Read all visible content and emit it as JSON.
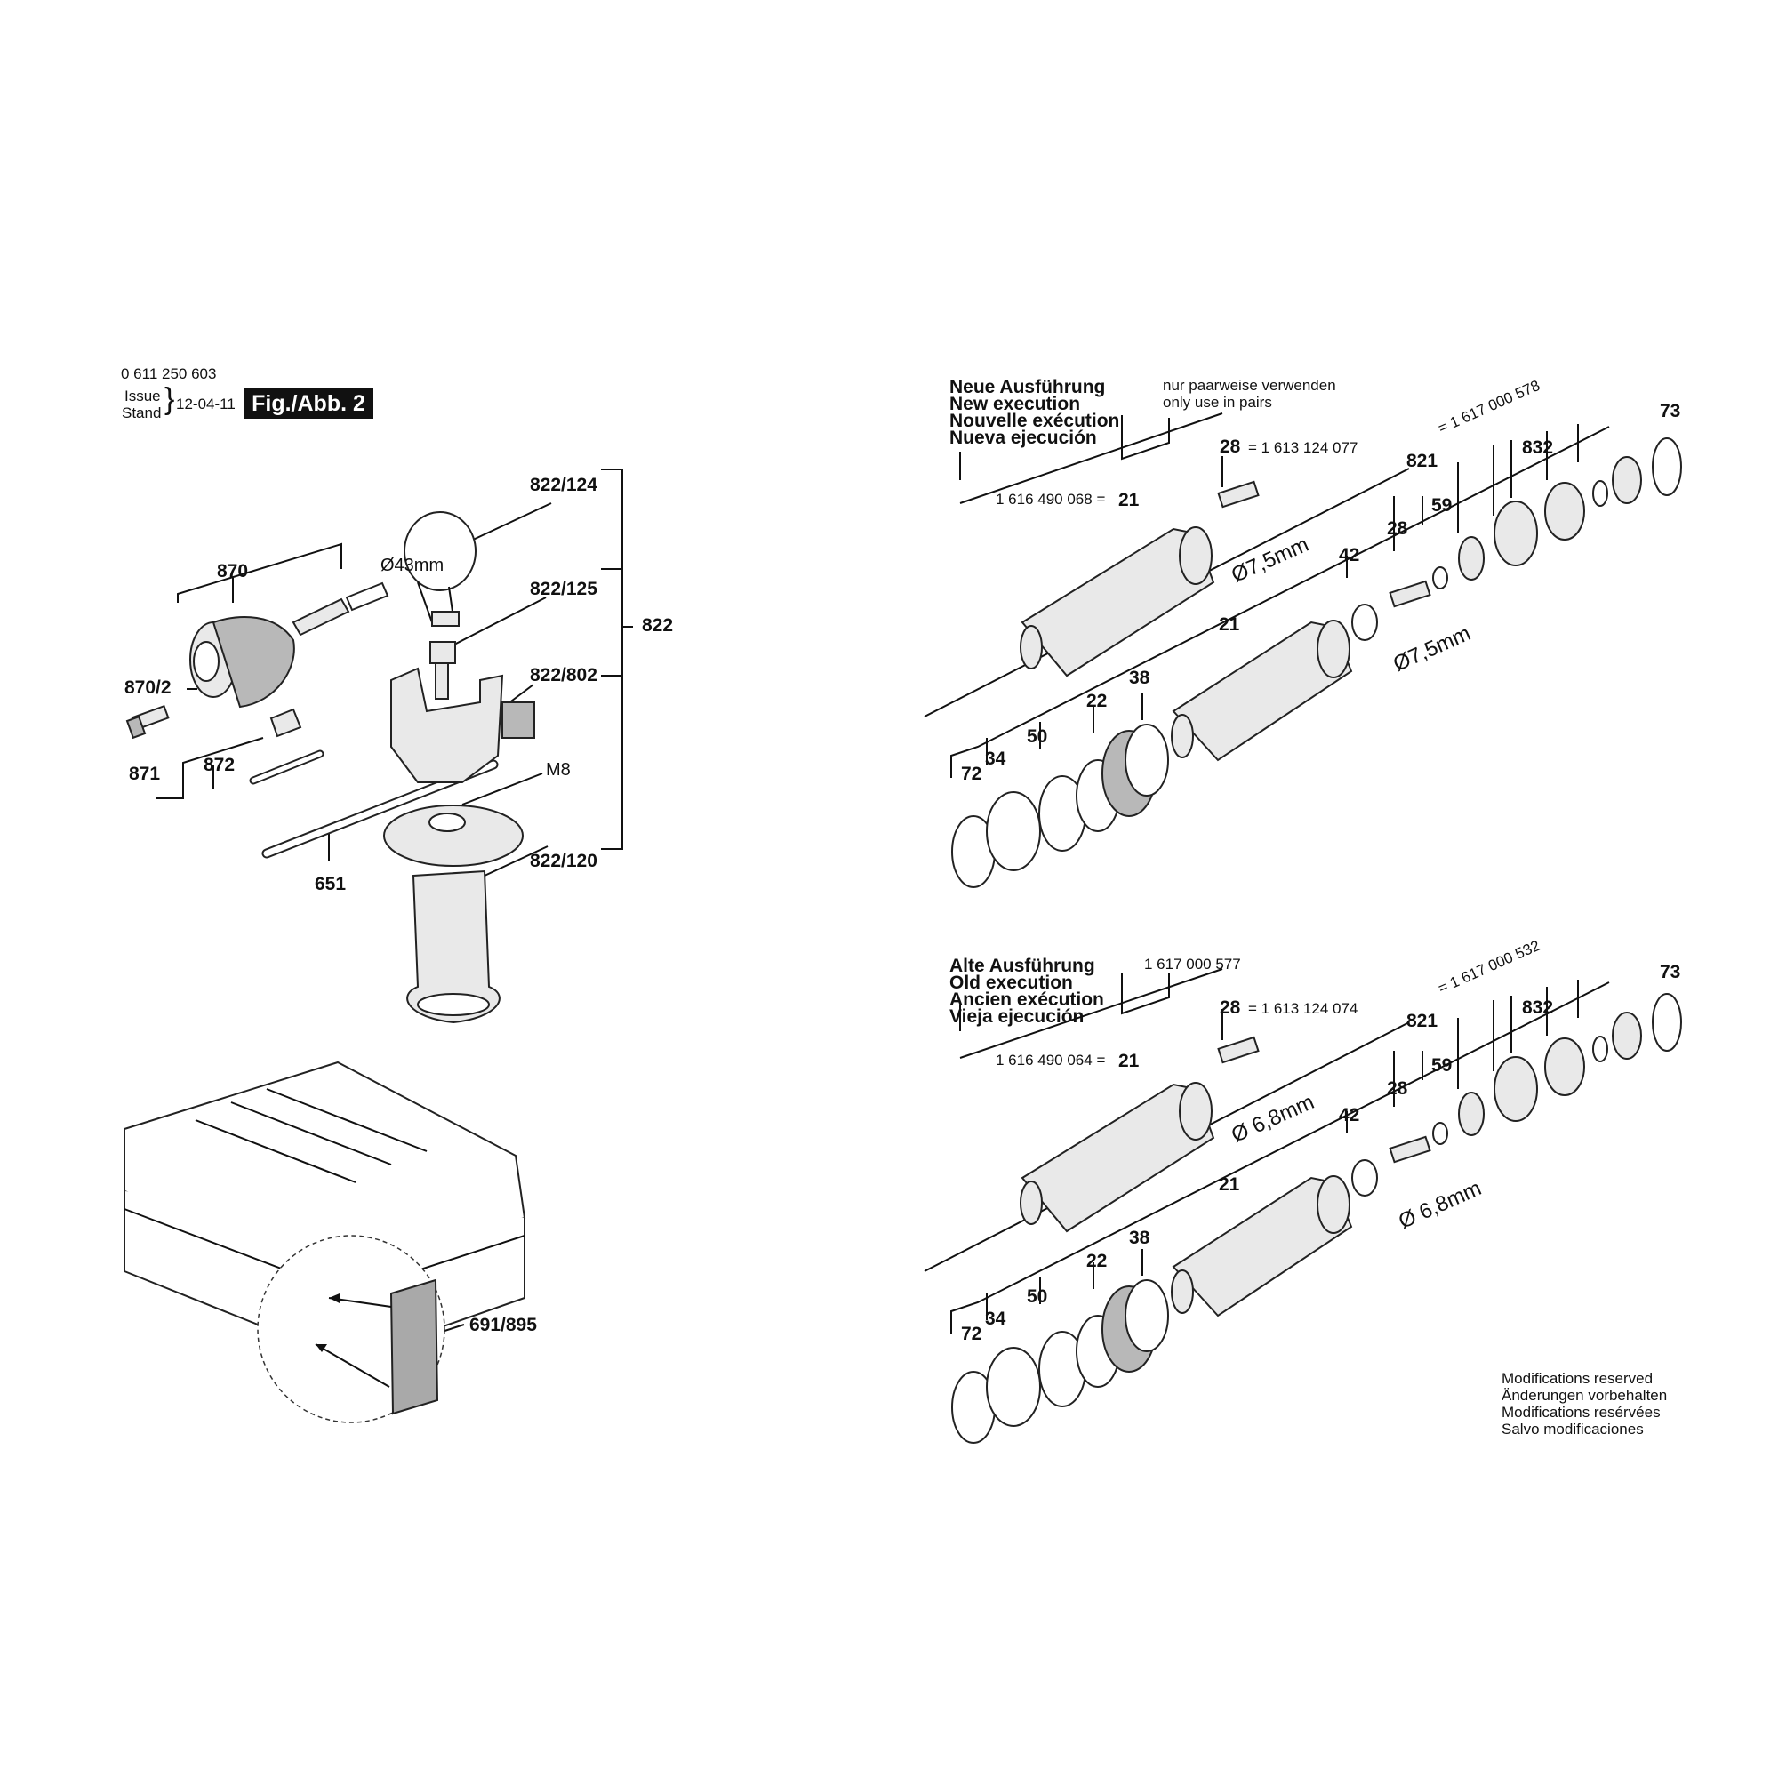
{
  "header": {
    "part_number": "0 611 250 603",
    "issue_label": "Issue",
    "stand_label": "Stand",
    "date": "12-04-11",
    "figure_label": "Fig./Abb. 2"
  },
  "left": {
    "labels": {
      "l822_124": "822/124",
      "l870": "870",
      "d43": "Ø43mm",
      "l822_125": "822/125",
      "l822": "822",
      "l870_2": "870/2",
      "l822_802": "822/802",
      "m8": "M8",
      "l871": "871",
      "l872": "872",
      "l822_120": "822/120",
      "l651": "651",
      "l691_895": "691/895"
    }
  },
  "new_exec": {
    "heading": [
      "Neue Ausführung",
      "New execution",
      "Nouvelle exécution",
      "Nueva ejecución"
    ],
    "note": [
      "nur paarweise verwenden",
      "only use in pairs"
    ],
    "p28_ref": "= 1 613 124 077",
    "p821_ref": "= 1 617 000 578",
    "p21_ref": "1 616 490 068 =",
    "dia_a": "Ø7,5mm",
    "dia_b": "Ø7,5mm"
  },
  "old_exec": {
    "heading": [
      "Alte Ausführung",
      "Old execution",
      "Ancien exécution",
      "Vieja ejecución"
    ],
    "kit_ref": "1 617 000 577",
    "p28_ref": "= 1 613 124 074",
    "p821_ref": "= 1 617 000 532",
    "p21_ref": "1 616 490 064 =",
    "dia_a": "Ø 6,8mm",
    "dia_b": "Ø 6,8mm"
  },
  "numbers": {
    "n73": "73",
    "n821": "821",
    "n832": "832",
    "n28": "28",
    "n59": "59",
    "n21": "21",
    "n42": "42",
    "n38": "38",
    "n22": "22",
    "n50": "50",
    "n34": "34",
    "n72": "72"
  },
  "footer": [
    "Modifications reserved",
    "Änderungen vorbehalten",
    "Modifications resérvées",
    "Salvo modificaciones"
  ]
}
